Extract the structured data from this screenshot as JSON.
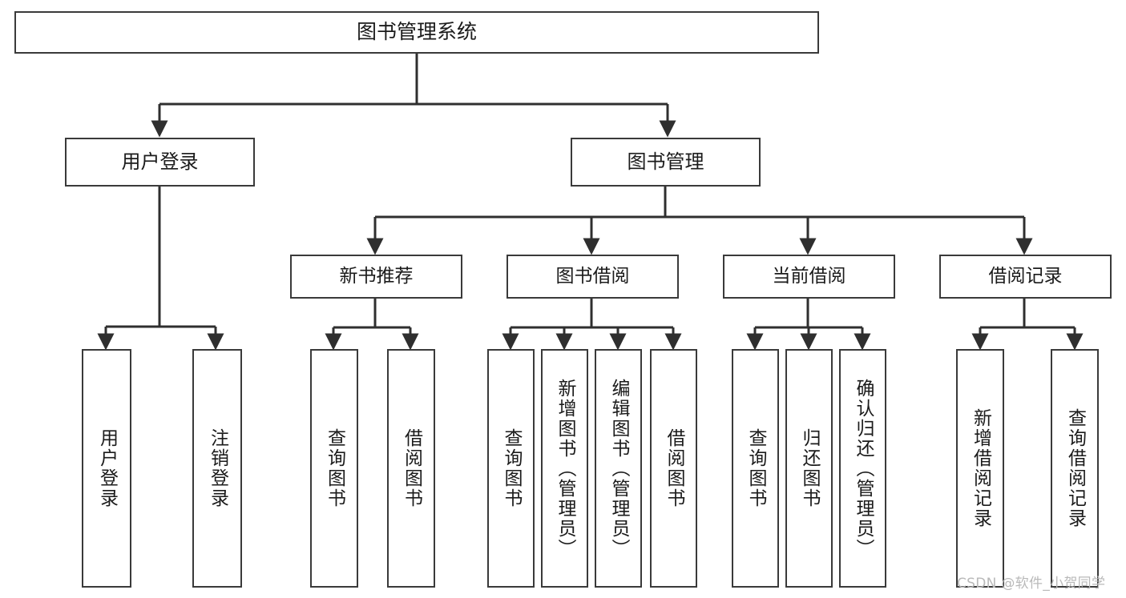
{
  "diagram": {
    "title": "图书管理系统",
    "type": "tree",
    "orientation": "top-down",
    "colors": {
      "node_border": "#3a3a3a",
      "node_fill": "#ffffff",
      "edge": "#2f2f2f",
      "text": "#1b1b1b",
      "watermark": "#b9b9b9",
      "background": "#ffffff"
    },
    "root": {
      "id": "root",
      "label": "图书管理系统"
    },
    "level1": [
      {
        "id": "user-login",
        "label": "用户登录"
      },
      {
        "id": "book-manage",
        "label": "图书管理"
      }
    ],
    "level2": [
      {
        "id": "new-book-rec",
        "label": "新书推荐",
        "parent": "book-manage"
      },
      {
        "id": "book-borrow",
        "label": "图书借阅",
        "parent": "book-manage"
      },
      {
        "id": "current-borrow",
        "label": "当前借阅",
        "parent": "book-manage"
      },
      {
        "id": "borrow-record",
        "label": "借阅记录",
        "parent": "book-manage"
      }
    ],
    "leaves": [
      {
        "id": "leaf-1",
        "label": "用户登录",
        "parent": "user-login"
      },
      {
        "id": "leaf-2",
        "label": "注销登录",
        "parent": "user-login"
      },
      {
        "id": "leaf-3",
        "label": "查询图书",
        "parent": "new-book-rec"
      },
      {
        "id": "leaf-4",
        "label": "借阅图书",
        "parent": "new-book-rec"
      },
      {
        "id": "leaf-5",
        "label": "查询图书",
        "parent": "book-borrow"
      },
      {
        "id": "leaf-6",
        "label": "新增图书（管理员）",
        "parent": "book-borrow"
      },
      {
        "id": "leaf-7",
        "label": "编辑图书（管理员）",
        "parent": "book-borrow"
      },
      {
        "id": "leaf-8",
        "label": "借阅图书",
        "parent": "book-borrow"
      },
      {
        "id": "leaf-9",
        "label": "查询图书",
        "parent": "current-borrow"
      },
      {
        "id": "leaf-10",
        "label": "归还图书",
        "parent": "current-borrow"
      },
      {
        "id": "leaf-11",
        "label": "确认归还（管理员）",
        "parent": "current-borrow"
      },
      {
        "id": "leaf-12",
        "label": "新增借阅记录",
        "parent": "borrow-record"
      },
      {
        "id": "leaf-13",
        "label": "查询借阅记录",
        "parent": "borrow-record"
      }
    ],
    "watermark": "CSDN @软件_小贺同学"
  }
}
